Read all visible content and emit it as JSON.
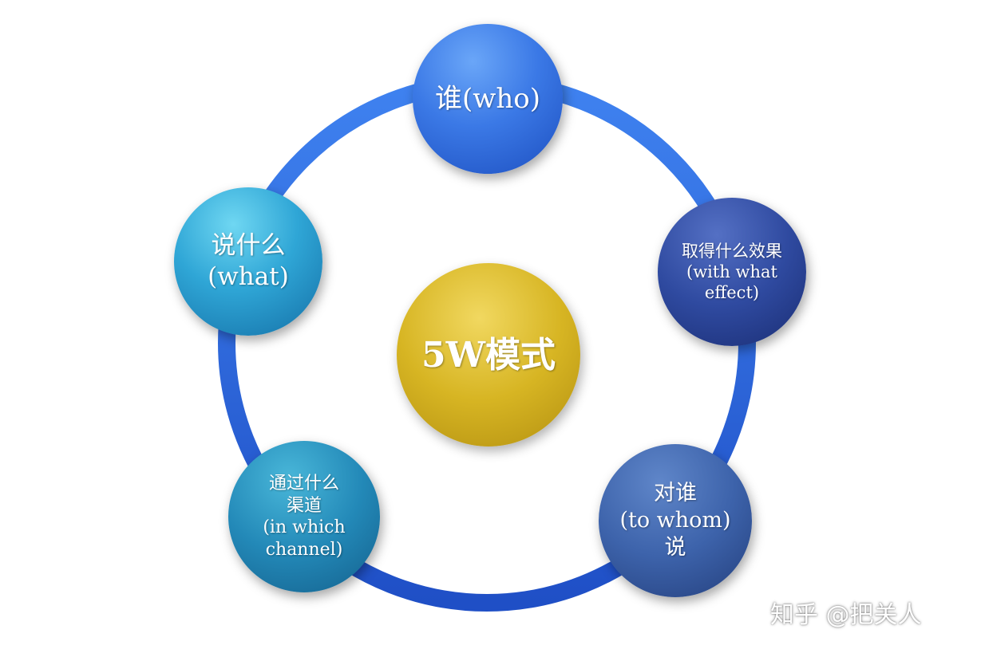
{
  "diagram": {
    "center": {
      "label": "5W模式"
    },
    "nodes": {
      "who": {
        "lines": [
          "谁(who)"
        ]
      },
      "effect": {
        "lines": [
          "取得什么效果",
          "(with what",
          "effect)"
        ]
      },
      "whom": {
        "lines": [
          "对谁",
          "(to whom)",
          "说"
        ]
      },
      "channel": {
        "lines": [
          "通过什么",
          "渠道",
          "(in which",
          "channel)"
        ]
      },
      "what": {
        "lines": [
          "说什么",
          "(what)"
        ]
      }
    }
  },
  "watermark": "知乎 @把关人",
  "colors": {
    "ring": "#2f6be0",
    "center": "#d2b11f",
    "who": "#3b79e6",
    "what": "#2fa6d6",
    "effect": "#2f4aa0",
    "channel": "#2389b8",
    "whom": "#3d63ab"
  }
}
